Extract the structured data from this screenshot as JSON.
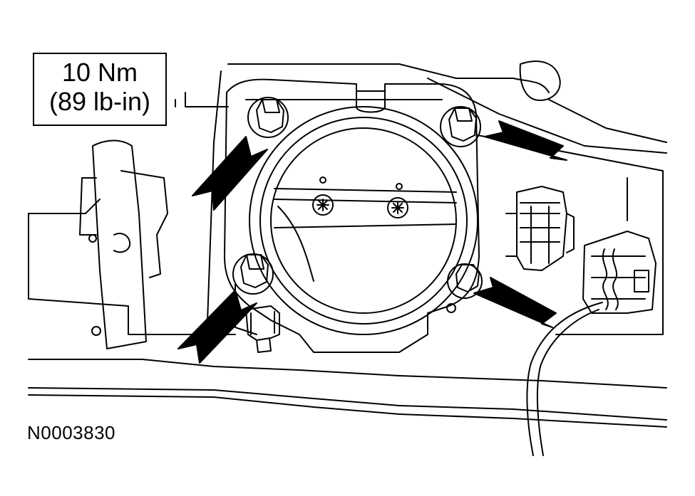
{
  "torque_spec": {
    "metric": "10 Nm",
    "imperial": "(89 lb-in)"
  },
  "figure_id": "N0003830",
  "colors": {
    "ink": "#000000",
    "paper": "#ffffff"
  },
  "callouts": {
    "arrow_count": 4,
    "target": "throttle body bolts"
  }
}
